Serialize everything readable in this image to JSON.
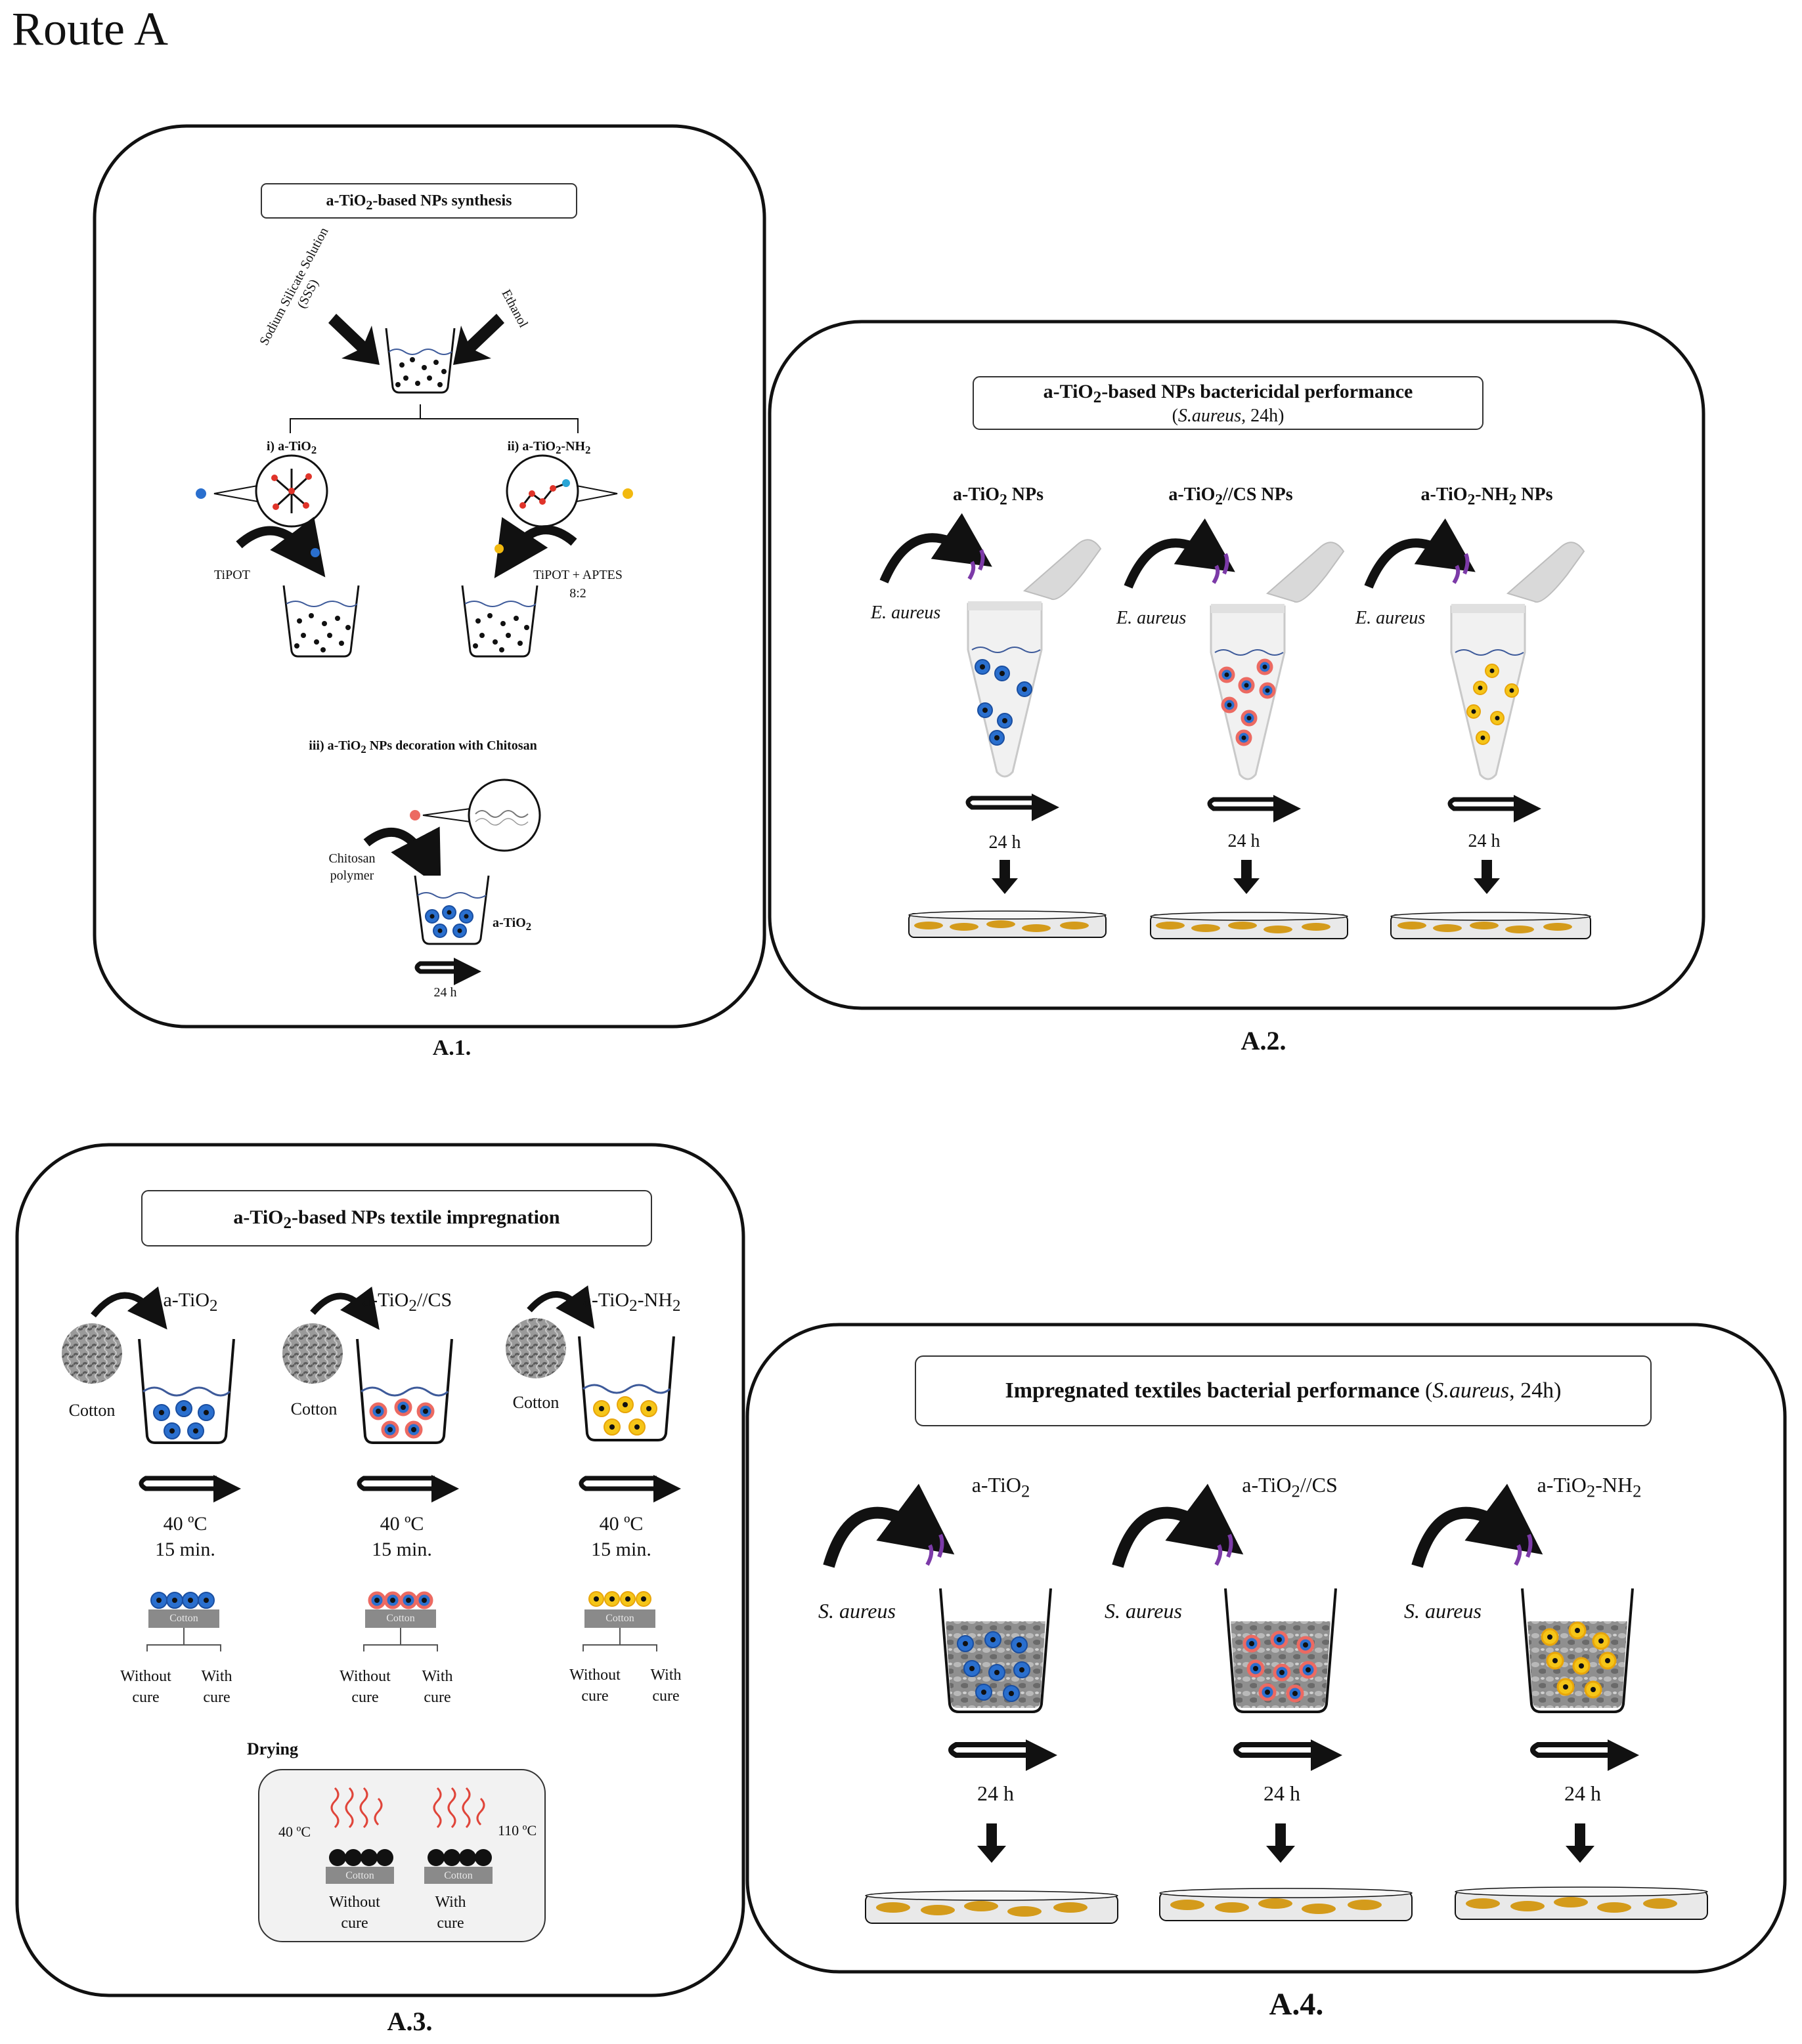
{
  "route_title": "Route A",
  "colors": {
    "a_tio2": "#2a6fce",
    "chitosan_shell": "#ec6a62",
    "a_tio2_nh2": "#f5c518",
    "bacteria": "#7c3aa8",
    "colonies": "#d49b1b",
    "cotton": "#8a8a8a",
    "heat": "#e0453a"
  },
  "icons": [
    "beaker-icon",
    "curved-arrow-icon",
    "magnifier-icon",
    "eppendorf-tube-icon",
    "stir-icon",
    "down-arrow-icon",
    "petri-dish-icon",
    "cotton-fabric-icon",
    "heat-waves-icon",
    "bacteria-icon"
  ],
  "a1": {
    "title_prefix": "a-TiO",
    "title_sub": "2",
    "title_suffix": "-based NPs synthesis",
    "sss_line1": "Sodium Silicate Solution",
    "sss_line2": "(SSS)",
    "ethanol": "Ethanol",
    "branch_i_prefix": "i) a-TiO",
    "branch_i_sub": "2",
    "branch_ii_prefix": "ii) a-TiO",
    "branch_ii_sub": "2",
    "branch_ii_mid": "-NH",
    "branch_ii_sub2": "2",
    "tipot": "TiPOT",
    "tipot_aptes": "TiPOT + APTES",
    "ratio": "8:2",
    "branch_iii_prefix": "iii) a-TiO",
    "branch_iii_sub": "2",
    "branch_iii_suffix": " NPs decoration with Chitosan",
    "chitosan_line1": "Chitosan",
    "chitosan_line2": "polymer",
    "beaker_label_prefix": "a-TiO",
    "beaker_label_sub": "2",
    "time": "24 h",
    "panel_label": "A.1."
  },
  "a2": {
    "title_prefix": "a-TiO",
    "title_sub": "2",
    "title_suffix": "-based NPs bactericidal performance",
    "subtitle_open": "(",
    "subtitle_species": "S.aureus",
    "subtitle_close": ", 24h)",
    "col1_prefix": "a-TiO",
    "col1_sub": "2",
    "col1_suffix": " NPs",
    "col2_prefix": "a-TiO",
    "col2_sub": "2",
    "col2_suffix": "//CS NPs",
    "col3_prefix": "a-TiO",
    "col3_sub": "2",
    "col3_mid": "-NH",
    "col3_sub2": "2",
    "col3_suffix": " NPs",
    "species": "E. aureus",
    "time": "24 h",
    "panel_label": "A.2."
  },
  "a3": {
    "title_prefix": "a-TiO",
    "title_sub": "2",
    "title_suffix": "-based NPs textile impregnation",
    "col1_prefix": "a-TiO",
    "col1_sub": "2",
    "col2_prefix": "a-TiO",
    "col2_sub": "2",
    "col2_suffix": "//CS",
    "col3_prefix": "a-TiO",
    "col3_sub": "2",
    "col3_mid": "-NH",
    "col3_sub2": "2",
    "cotton": "Cotton",
    "temp": "40 ºC",
    "duration": "15 min.",
    "without": "Without",
    "with": "With",
    "cure": "cure",
    "drying": "Drying",
    "drying_low": "40 ºC",
    "drying_high": "110 ºC",
    "panel_label": "A.3."
  },
  "a4": {
    "title_bold": "Impregnated textiles bacterial performance ",
    "title_open": "(",
    "title_species": "S.aureus",
    "title_close": ", 24h)",
    "col1_prefix": "a-TiO",
    "col1_sub": "2",
    "col2_prefix": "a-TiO",
    "col2_sub": "2",
    "col2_suffix": "//CS",
    "col3_prefix": "a-TiO",
    "col3_sub": "2",
    "col3_mid": "-NH",
    "col3_sub2": "2",
    "species": "S. aureus",
    "time": "24 h",
    "panel_label": "A.4."
  }
}
